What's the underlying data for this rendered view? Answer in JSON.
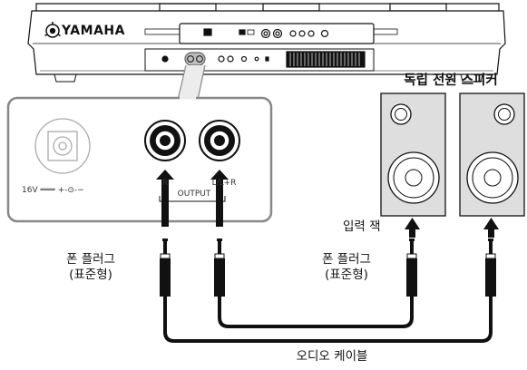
{
  "keyboard": {
    "brand": "YAMAHA"
  },
  "panel": {
    "power_label": "16V ═══ +-⊙-−",
    "jack_r_label": "R",
    "jack_l_label": "L/L+R",
    "output_label": "OUTPUT"
  },
  "speakers": {
    "title": "독립 전원 스피커",
    "input_jack_label": "입력 잭"
  },
  "plugs": {
    "left_label_line1": "폰 플러그",
    "left_label_line2": "(표준형)",
    "right_label_line1": "폰 플러그",
    "right_label_line2": "(표준형)"
  },
  "cable": {
    "label": "오디오 케이블"
  },
  "colors": {
    "line": "#111111",
    "panel_stroke": "#808080",
    "speaker_fill": "#dedede"
  }
}
